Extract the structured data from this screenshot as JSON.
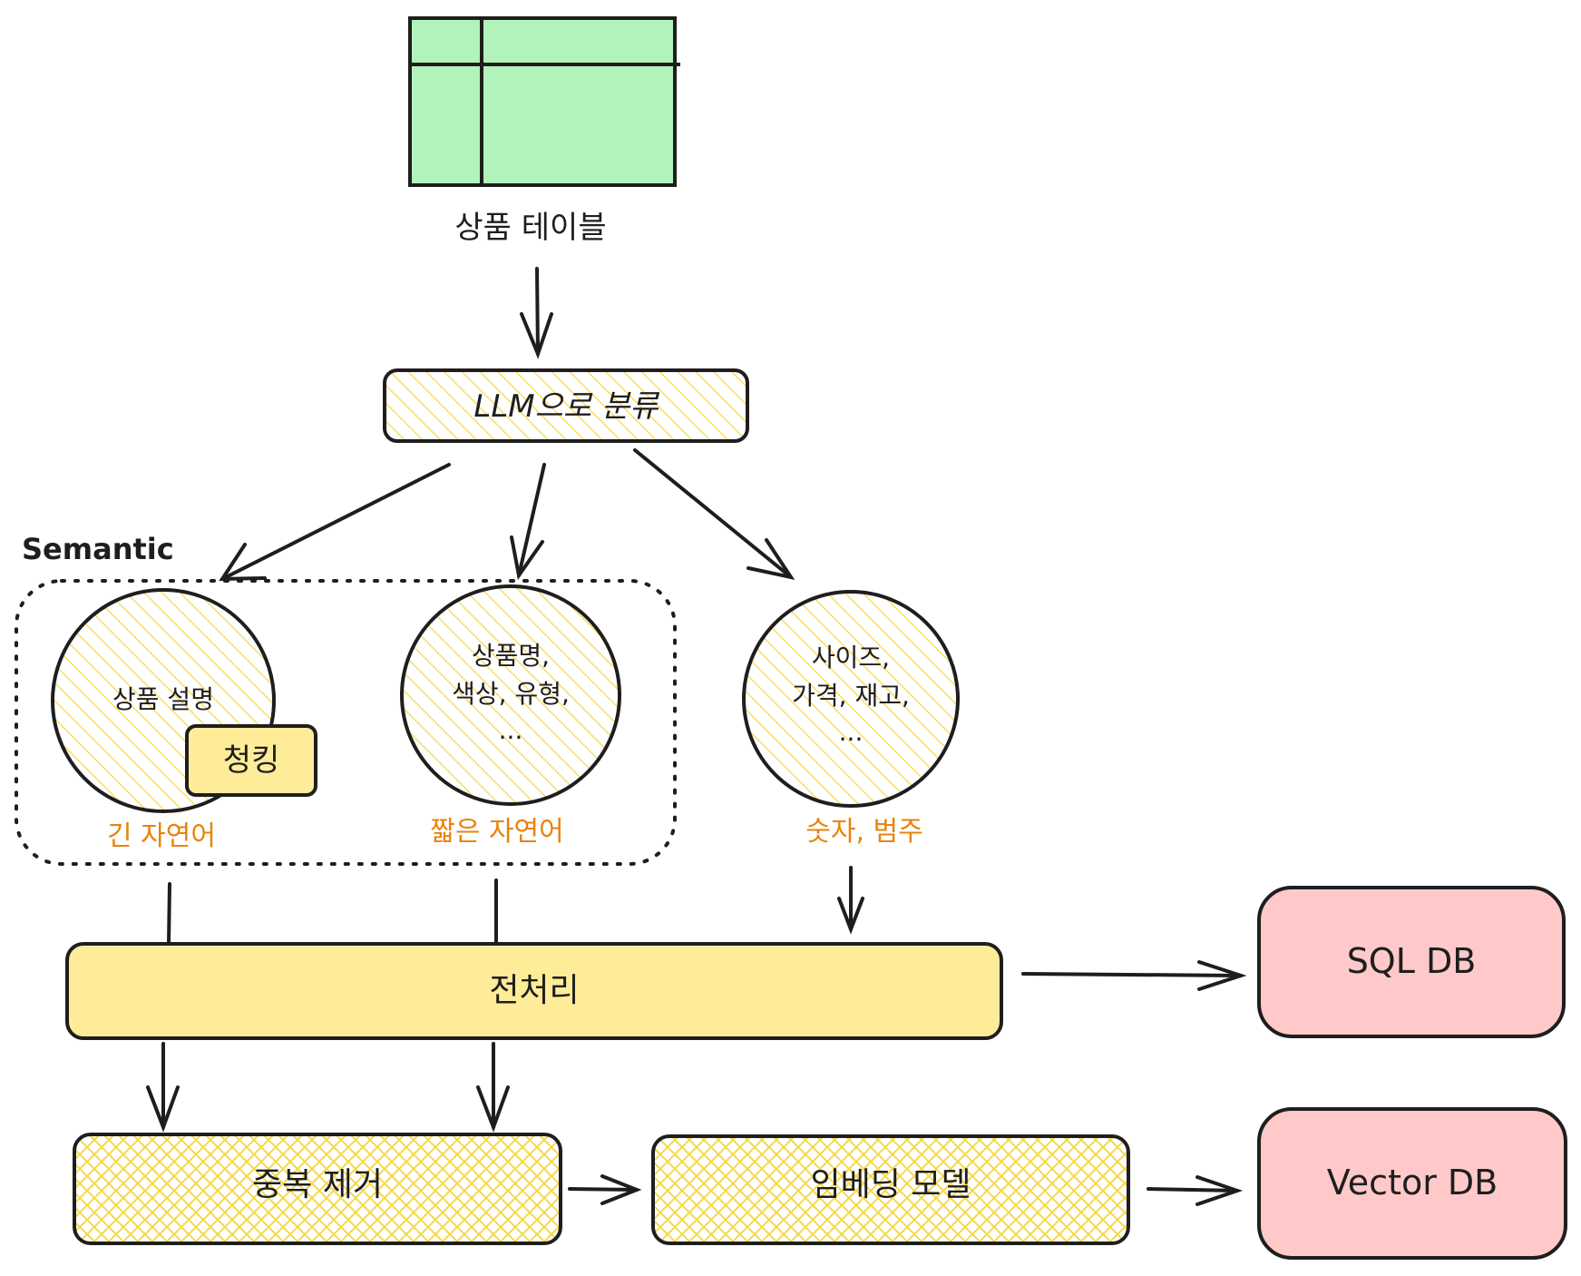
{
  "diagram": {
    "table_label": "상품 테이블",
    "classify_label": "LLM으로 분류",
    "semantic_group_label": "Semantic",
    "circles": {
      "long_text": {
        "label": "상품 설명",
        "badge": "청킹",
        "caption": "긴 자연어"
      },
      "short_text": {
        "lines": [
          "상품명,",
          "색상, 유형,",
          "..."
        ],
        "caption": "짧은 자연어"
      },
      "structured": {
        "lines": [
          "사이즈,",
          "가격, 재고,",
          "..."
        ],
        "caption": "숫자, 범주"
      }
    },
    "preprocess_label": "전처리",
    "dedup_label": "중복 제거",
    "embedding_label": "임베딩 모델",
    "sql_db_label": "SQL DB",
    "vector_db_label": "Vector DB"
  },
  "colors": {
    "table_fill": "#b2f2bb",
    "hachure_yellow": "#ffec99",
    "solid_yellow": "#ffec99",
    "db_fill": "#ffc9c9",
    "caption_orange": "#e8830c",
    "stroke": "#1e1e1e"
  }
}
